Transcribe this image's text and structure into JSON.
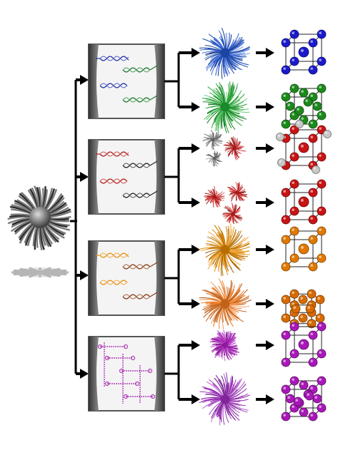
{
  "figure": {
    "source_particle": {
      "icon": "spiky-nanoparticle-icon",
      "color": "#555555"
    },
    "rows": [
      {
        "linker": "dna-duplex-pair",
        "strand_colors": [
          "#2233aa",
          "#1c7a2a"
        ],
        "products": [
          {
            "particle_colors": [
              "#2255cc"
            ],
            "lattice": "body-centered-cubic",
            "atom_colors": [
              "#1a1acc"
            ]
          },
          {
            "particle_colors": [
              "#22aa33"
            ],
            "lattice": "face-centered-cubic",
            "atom_colors": [
              "#1b8a1b"
            ]
          }
        ]
      },
      {
        "linker": "dna-duplex-pair",
        "strand_colors": [
          "#b81c1c",
          "#222222"
        ],
        "products": [
          {
            "particle_colors": [
              "#777777",
              "#cc2222"
            ],
            "lattice": "binary-cubic",
            "atom_colors": [
              "#c81414",
              "#c8c8c8"
            ]
          },
          {
            "particle_colors": [
              "#cc2222"
            ],
            "lattice": "body-centered-cubic",
            "atom_colors": [
              "#c81414"
            ]
          }
        ]
      },
      {
        "linker": "dna-duplex-pair",
        "strand_colors": [
          "#e8900a",
          "#8a3a10"
        ],
        "products": [
          {
            "particle_colors": [
              "#e58a00"
            ],
            "lattice": "body-centered-cubic",
            "atom_colors": [
              "#e07800"
            ]
          },
          {
            "particle_colors": [
              "#f07a20"
            ],
            "lattice": "hexagonal-close-packed",
            "atom_colors": [
              "#d86a00"
            ]
          }
        ]
      },
      {
        "linker": "branched-dna",
        "strand_colors": [
          "#b040b8",
          "#b040b8"
        ],
        "products": [
          {
            "particle_colors": [
              "#b020c0"
            ],
            "lattice": "body-centered-cubic",
            "atom_colors": [
              "#a818b8"
            ]
          },
          {
            "particle_colors": [
              "#a030c0"
            ],
            "lattice": "complex-cubic",
            "atom_colors": [
              "#a818b8"
            ]
          }
        ]
      }
    ]
  }
}
